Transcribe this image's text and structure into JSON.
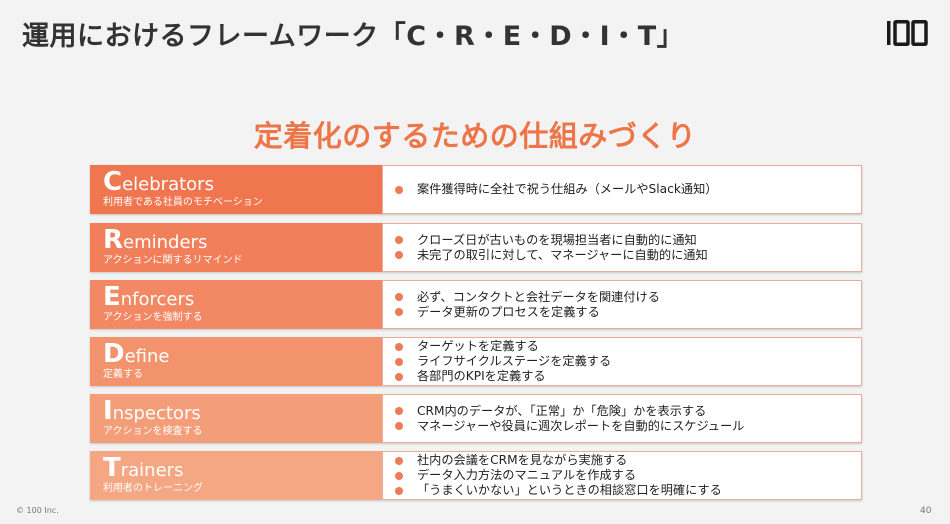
{
  "slide": {
    "title": "運用におけるフレームワーク「C・R・E・D・I・T」",
    "subtitle": "定着化のするための仕組みづくり",
    "logo_text": "100",
    "copyright": "© 100 Inc.",
    "page_number": "40"
  },
  "colors": {
    "accent": "#ee7548",
    "row_fills": [
      "#f07650",
      "#f17f5a",
      "#f28964",
      "#f3936e",
      "#f49d79",
      "#f5a683"
    ]
  },
  "rows": [
    {
      "initial": "C",
      "rest": "elebrators",
      "sub": "利用者である社員のモチベーション",
      "items": [
        "案件獲得時に全社で祝う仕組み（メールやSlack通知）"
      ]
    },
    {
      "initial": "R",
      "rest": "eminders",
      "sub": "アクションに関するリマインド",
      "items": [
        "クローズ日が古いものを現場担当者に自動的に通知",
        "未完了の取引に対して、マネージャーに自動的に通知"
      ]
    },
    {
      "initial": "E",
      "rest": "nforcers",
      "sub": "アクションを強制する",
      "items": [
        "必ず、コンタクトと会社データを関連付ける",
        "データ更新のプロセスを定義する"
      ]
    },
    {
      "initial": "D",
      "rest": "efine",
      "sub": "定義する",
      "items": [
        "ターゲットを定義する",
        "ライフサイクルステージを定義する",
        "各部門のKPIを定義する"
      ]
    },
    {
      "initial": "I",
      "rest": "nspectors",
      "sub": "アクションを検査する",
      "items": [
        "CRM内のデータが、「正常」か「危険」かを表示する",
        "マネージャーや役員に週次レポートを自動的にスケジュール"
      ]
    },
    {
      "initial": "T",
      "rest": "rainers",
      "sub": "利用者のトレーニング",
      "items": [
        "社内の会議をCRMを見ながら実施する",
        "データ入力方法のマニュアルを作成する",
        "「うまくいかない」というときの相談窓口を明確にする"
      ]
    }
  ]
}
